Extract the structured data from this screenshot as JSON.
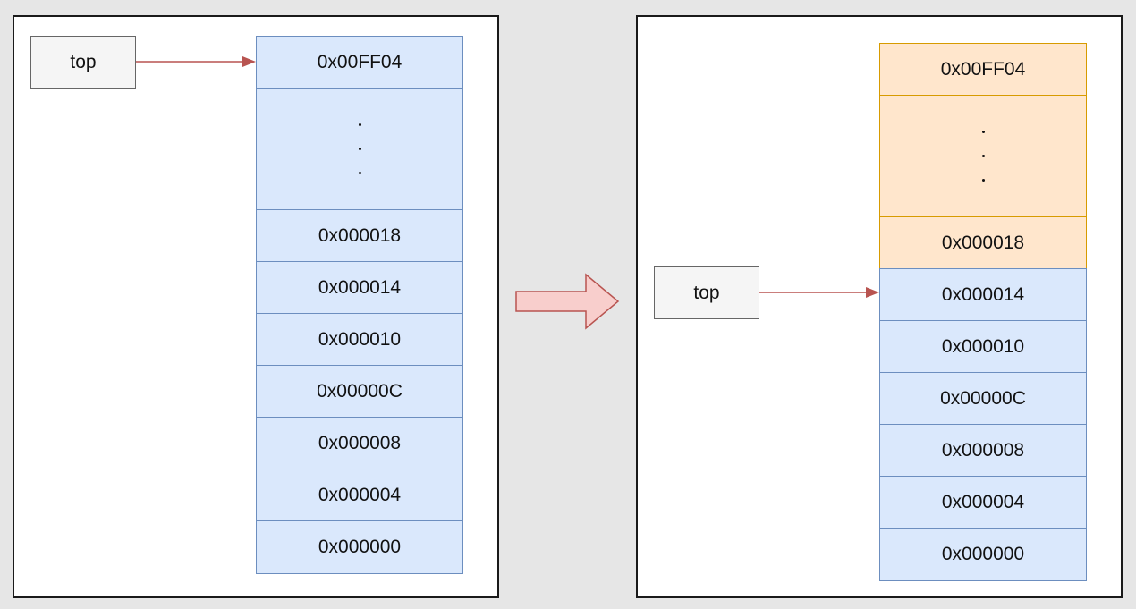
{
  "before": {
    "top_label": "top",
    "cells": [
      "0x00FF04",
      ".",
      "0x000018",
      "0x000014",
      "0x000010",
      "0x00000C",
      "0x000008",
      "0x000004",
      "0x000000"
    ]
  },
  "after": {
    "top_label": "top",
    "cells": [
      "0x00FF04",
      ".",
      "0x000018",
      "0x000014",
      "0x000010",
      "0x00000C",
      "0x000008",
      "0x000004",
      "0x000000"
    ]
  },
  "colors": {
    "stack_fill": "#dae8fc",
    "stack_border": "#6c8ebf",
    "popped_fill": "#ffe6cc",
    "popped_border": "#d79b00",
    "pointer_arrow": "#b85450",
    "transition_arrow_fill": "#f8cecc",
    "transition_arrow_stroke": "#b85450"
  }
}
